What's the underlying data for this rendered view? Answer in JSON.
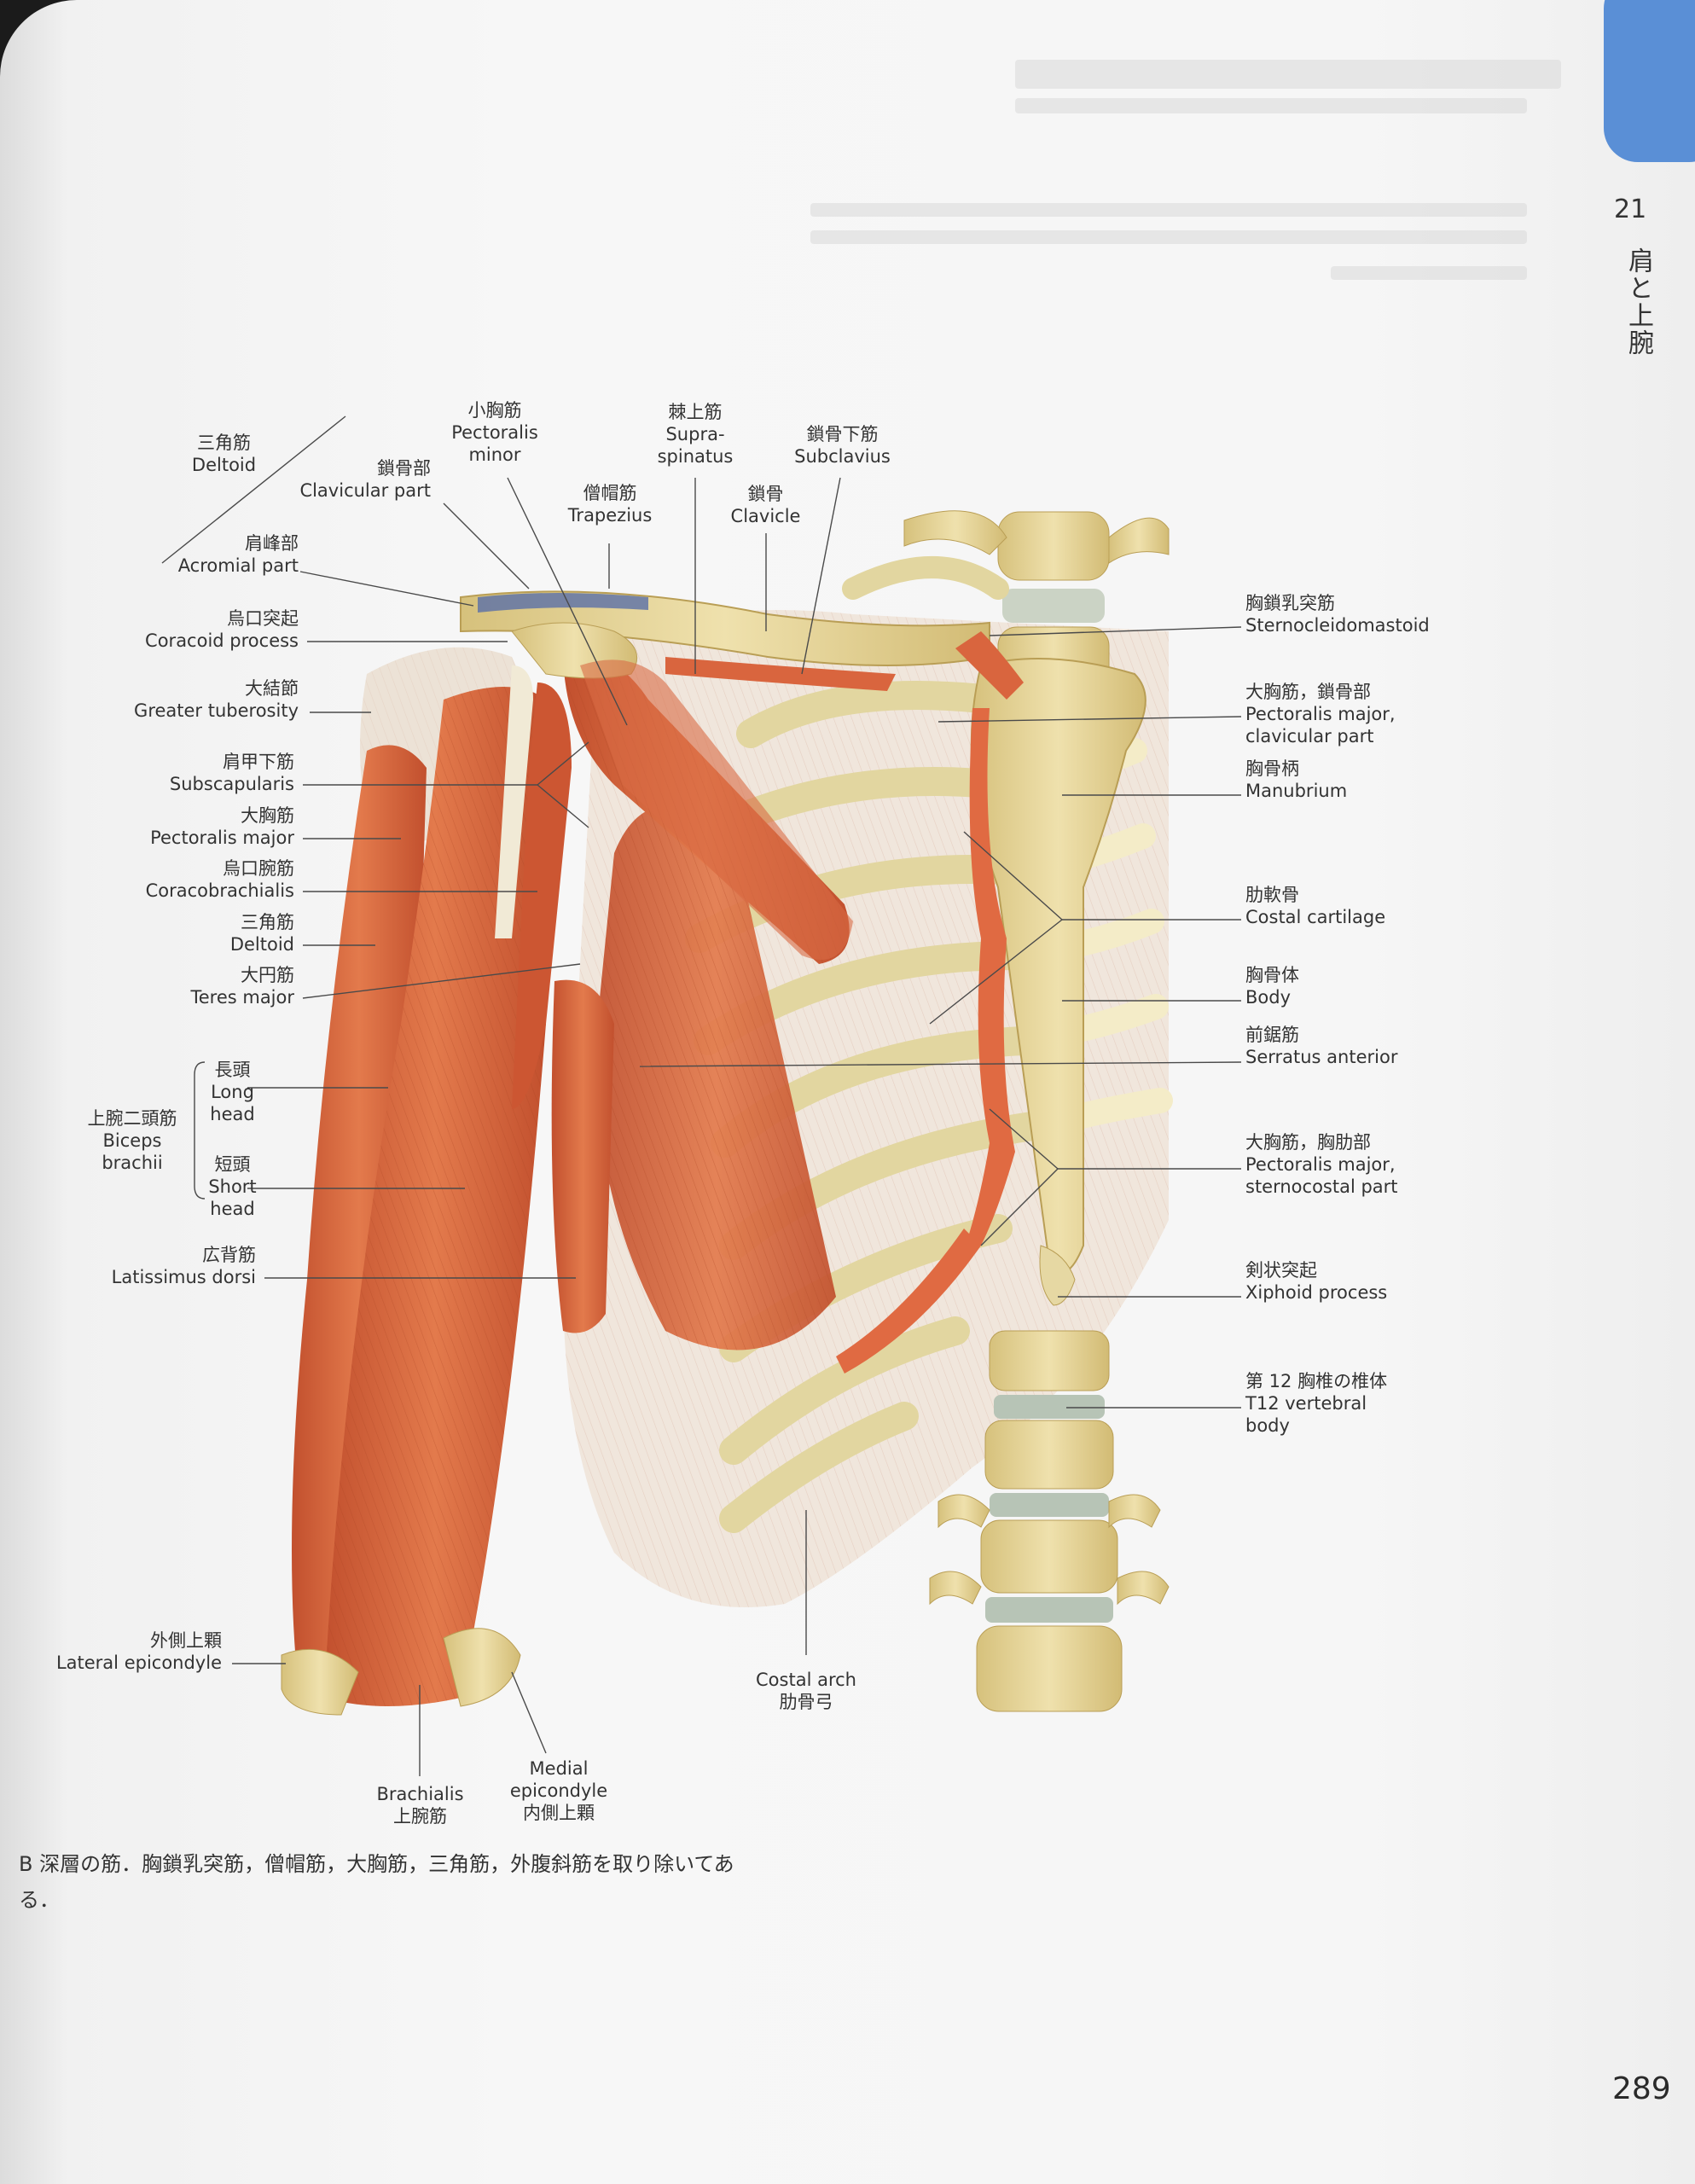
{
  "header": {
    "chapter_number": "21",
    "chapter_title": "肩と上腕",
    "page_number": "289"
  },
  "caption": "B 深層の筋．胸鎖乳突筋，僧帽筋，大胸筋，三角筋，外腹斜筋を取り除いてある．",
  "labels": {
    "deltoid_top": {
      "ja": "三角筋",
      "en": "Deltoid"
    },
    "clavicular_part": {
      "ja": "鎖骨部",
      "en": "Clavicular part"
    },
    "pectoralis_minor": {
      "ja": "小胸筋",
      "en1": "Pectoralis",
      "en2": "minor"
    },
    "trapezius": {
      "ja": "僧帽筋",
      "en": "Trapezius"
    },
    "supraspinatus": {
      "ja": "棘上筋",
      "en1": "Supra-",
      "en2": "spinatus"
    },
    "clavicle": {
      "ja": "鎖骨",
      "en": "Clavicle"
    },
    "subclavius": {
      "ja": "鎖骨下筋",
      "en": "Subclavius"
    },
    "acromial_part": {
      "ja": "肩峰部",
      "en": "Acromial part"
    },
    "coracoid_process": {
      "ja": "烏口突起",
      "en": "Coracoid process"
    },
    "greater_tuberosity": {
      "ja": "大結節",
      "en": "Greater tuberosity"
    },
    "subscapularis": {
      "ja": "肩甲下筋",
      "en": "Subscapularis"
    },
    "pectoralis_major_left": {
      "ja": "大胸筋",
      "en": "Pectoralis major"
    },
    "coracobrachialis": {
      "ja": "烏口腕筋",
      "en": "Coracobrachialis"
    },
    "deltoid_mid": {
      "ja": "三角筋",
      "en": "Deltoid"
    },
    "teres_major": {
      "ja": "大円筋",
      "en": "Teres major"
    },
    "long_head": {
      "ja": "長頭",
      "en1": "Long",
      "en2": "head"
    },
    "biceps_brachii": {
      "ja": "上腕二頭筋",
      "en1": "Biceps",
      "en2": "brachii"
    },
    "short_head": {
      "ja": "短頭",
      "en1": "Short",
      "en2": "head"
    },
    "latissimus_dorsi": {
      "ja": "広背筋",
      "en": "Latissimus dorsi"
    },
    "lateral_epicondyle": {
      "ja": "外側上顆",
      "en": "Lateral epicondyle"
    },
    "brachialis": {
      "en": "Brachialis",
      "ja": "上腕筋"
    },
    "medial_epicondyle": {
      "en1": "Medial",
      "en2": "epicondyle",
      "ja": "内側上顆"
    },
    "costal_arch": {
      "en": "Costal arch",
      "ja": "肋骨弓"
    },
    "sternocleidomastoid": {
      "ja": "胸鎖乳突筋",
      "en": "Sternocleidomastoid"
    },
    "pectoralis_major_clavicular": {
      "ja": "大胸筋，鎖骨部",
      "en1": "Pectoralis major,",
      "en2": "clavicular part"
    },
    "manubrium": {
      "ja": "胸骨柄",
      "en": "Manubrium"
    },
    "costal_cartilage": {
      "ja": "肋軟骨",
      "en": "Costal cartilage"
    },
    "body": {
      "ja": "胸骨体",
      "en": "Body"
    },
    "serratus_anterior": {
      "ja": "前鋸筋",
      "en": "Serratus anterior"
    },
    "pectoralis_major_sternocostal": {
      "ja": "大胸筋，胸肋部",
      "en1": "Pectoralis major,",
      "en2": "sternocostal part"
    },
    "xiphoid_process": {
      "ja": "剣状突起",
      "en": "Xiphoid process"
    },
    "t12_vertebral_body": {
      "ja": "第 12 胸椎の椎体",
      "en1": "T12 vertebral",
      "en2": "body"
    }
  },
  "colors": {
    "muscle": "#d9653e",
    "muscle_dark": "#b8462a",
    "bone": "#e8d9a0",
    "bone_dark": "#c9b26a",
    "cartilage": "#f1e9c8",
    "tab": "#5a8fd6"
  }
}
